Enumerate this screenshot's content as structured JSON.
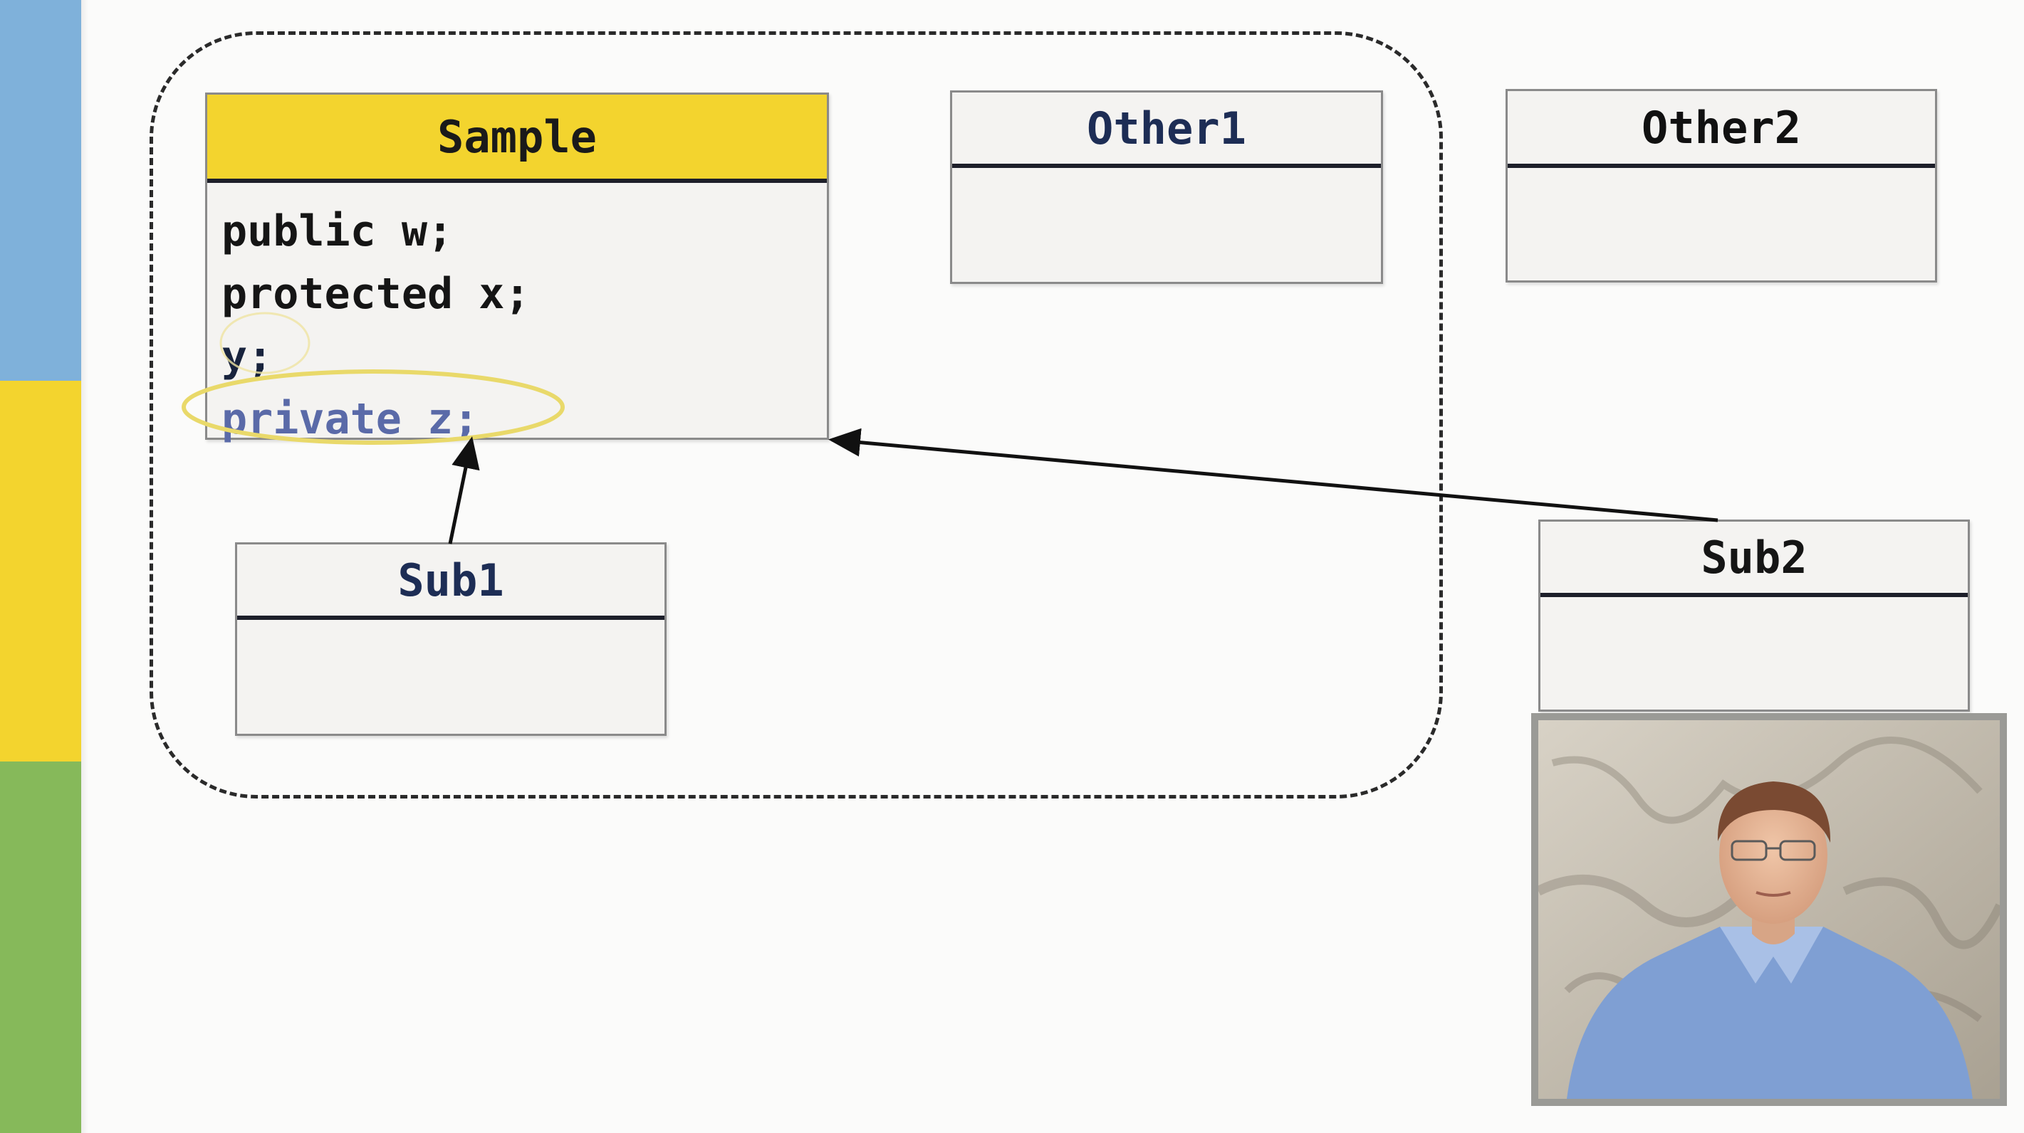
{
  "side_stripes": {
    "colors": [
      "#7fb1da",
      "#f3d42e",
      "#86b95a"
    ]
  },
  "diagram": {
    "classes": {
      "sample": {
        "name": "Sample",
        "fields": [
          "public w;",
          "protected x;",
          "y;",
          "private z;"
        ],
        "header_color": "#f3d42e"
      },
      "other1": {
        "name": "Other1"
      },
      "other2": {
        "name": "Other2"
      },
      "sub1": {
        "name": "Sub1"
      },
      "sub2": {
        "name": "Sub2"
      }
    },
    "relationships": [
      {
        "from": "Sub1",
        "to": "Sample",
        "type": "generalization"
      },
      {
        "from": "Sub2",
        "to": "Sample",
        "type": "generalization"
      }
    ],
    "highlight_color": "#e9d96a"
  },
  "video": {
    "icon": "presenter-video"
  }
}
